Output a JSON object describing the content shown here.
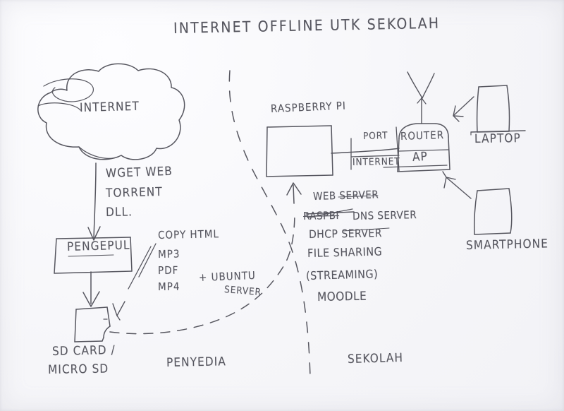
{
  "page": {
    "title": "INTERNET OFFLINE UTK SEKOLAH",
    "medium": "hand-drawn pencil sketch on white paper",
    "ink_color": "#56565f",
    "paper_color": "#f8f8fb"
  },
  "nodes": {
    "internet_cloud": {
      "label": "INTERNET",
      "shape": "cloud"
    },
    "pengepul_box": {
      "label": "PENGEPUL",
      "shape": "rectangle"
    },
    "sd_card": {
      "label": "SD CARD /\nMICRO SD",
      "label_line1": "SD CARD /",
      "label_line2": "MICRO SD",
      "shape": "sd-card"
    },
    "raspberry_pi": {
      "label": "RASPBERRY PI",
      "shape": "rectangle"
    },
    "router": {
      "label_line1": "ROUTER",
      "label_line2": "AP",
      "shape": "rounded-rectangle",
      "has_antenna": true
    },
    "laptop": {
      "label": "LAPTOP",
      "shape": "screen-on-stand"
    },
    "smartphone": {
      "label": "SMARTPHONE",
      "shape": "rectangle"
    }
  },
  "edge_labels": {
    "download": {
      "line1": "WGET WEB",
      "line2": "TORRENT",
      "line3": "DLL."
    },
    "copy": {
      "line1": "COPY HTML",
      "line2": "MP3",
      "line3": "PDF",
      "line4": "MP4"
    },
    "plus_ubuntu": {
      "line1": "+ UBUNTU",
      "line2": "SERVER"
    },
    "port": {
      "line1": "PORT",
      "line2": "INTERNET"
    }
  },
  "services": {
    "items": [
      {
        "label": "WEB SERVER",
        "struck": false
      },
      {
        "label": "RASPBI",
        "struck": true
      },
      {
        "label": "DNS SERVER",
        "struck": false
      },
      {
        "label": "DHCP SERVER",
        "struck": false
      },
      {
        "label": "FILE SHARING",
        "struck": false
      },
      {
        "label": "(STREAMING)",
        "struck": false
      },
      {
        "label": "MOODLE",
        "struck": false
      }
    ]
  },
  "zones": {
    "left": "PENYEDIA",
    "right": "SEKOLAH",
    "divider": "hand-drawn dashed vertical curve"
  }
}
